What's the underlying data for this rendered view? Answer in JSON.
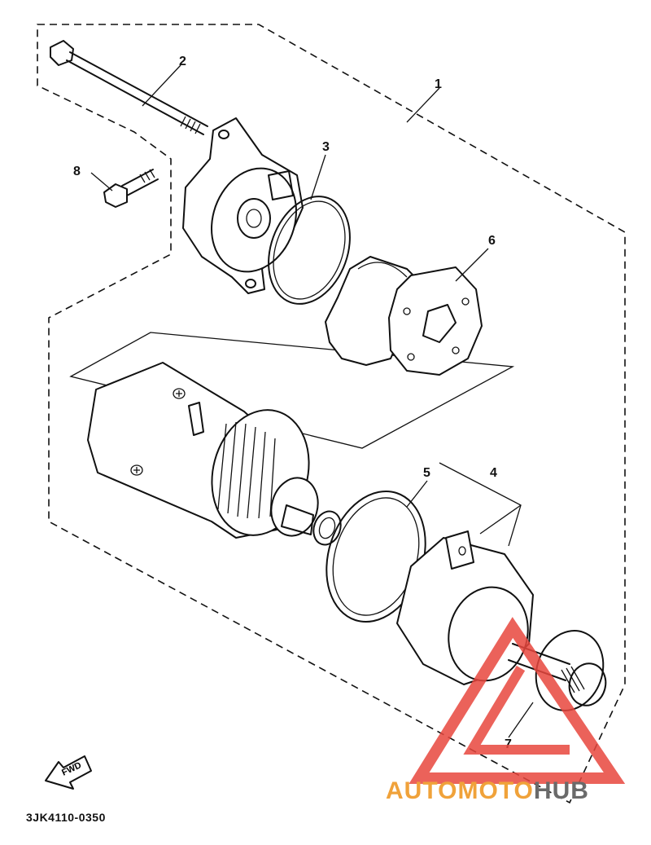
{
  "callouts": {
    "c1": "1",
    "c2": "2",
    "c3": "3",
    "c4": "4",
    "c5": "5",
    "c6": "6",
    "c7": "7",
    "c8": "8"
  },
  "fwd_label": "FWD",
  "diagram_code": "3JK4110-0350",
  "watermark": {
    "part1": "AUTO",
    "part2": "MOTO",
    "part3": "HUB",
    "colors": {
      "red": "#e8473e",
      "orange": "#f0a23a",
      "gray": "#6a6a6a"
    }
  }
}
